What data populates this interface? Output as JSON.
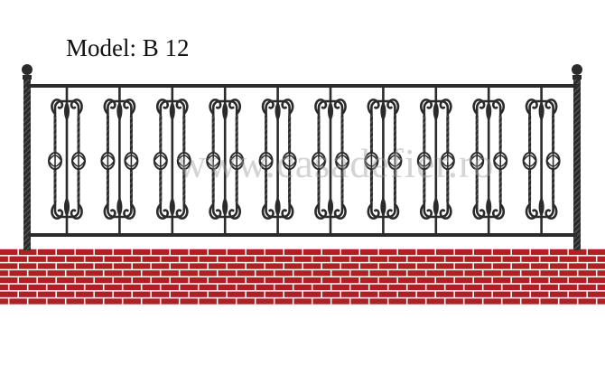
{
  "model": {
    "label": "Model: B 12"
  },
  "watermark": {
    "text": "www.casadefier.ro"
  },
  "fence": {
    "panel_count": 10,
    "iron_color": "#2b2b2b",
    "icon": "wrought-iron-fence"
  },
  "wall": {
    "brick_color": "#b01f24",
    "mortar_color": "#f3f3f3",
    "icon": "brick-wall"
  }
}
